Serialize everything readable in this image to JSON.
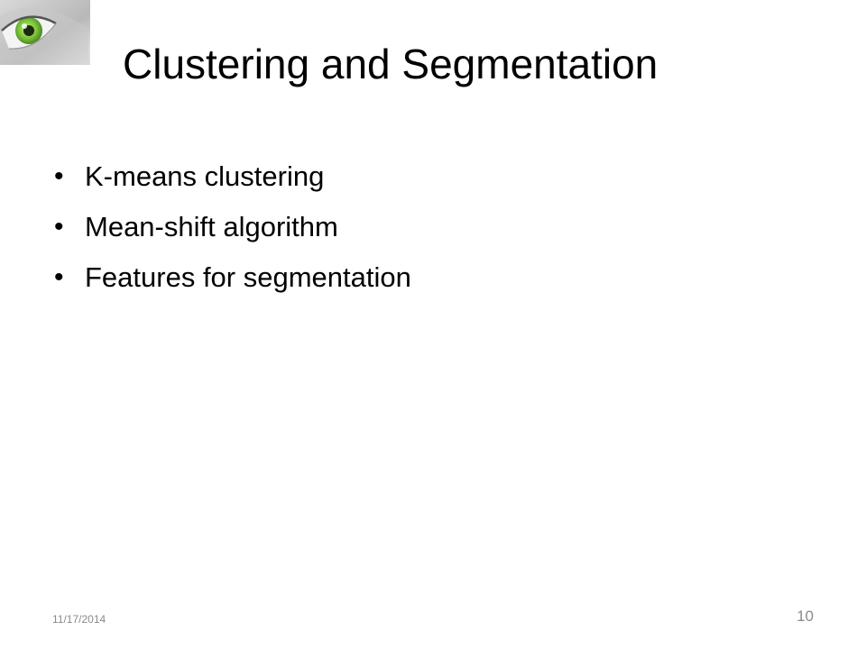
{
  "slide": {
    "title": "Clustering and Segmentation",
    "bullets": [
      {
        "text": "K-means clustering"
      },
      {
        "text": "Mean-shift algorithm"
      },
      {
        "text": "Features for segmentation"
      }
    ],
    "bullet_glyph": "•",
    "footer": {
      "date": "11/17/2014",
      "page_number": "10"
    },
    "logo_icon": "eye-icon",
    "colors": {
      "iris": "#7dc43a",
      "footer_text": "#8a8a8a"
    }
  }
}
